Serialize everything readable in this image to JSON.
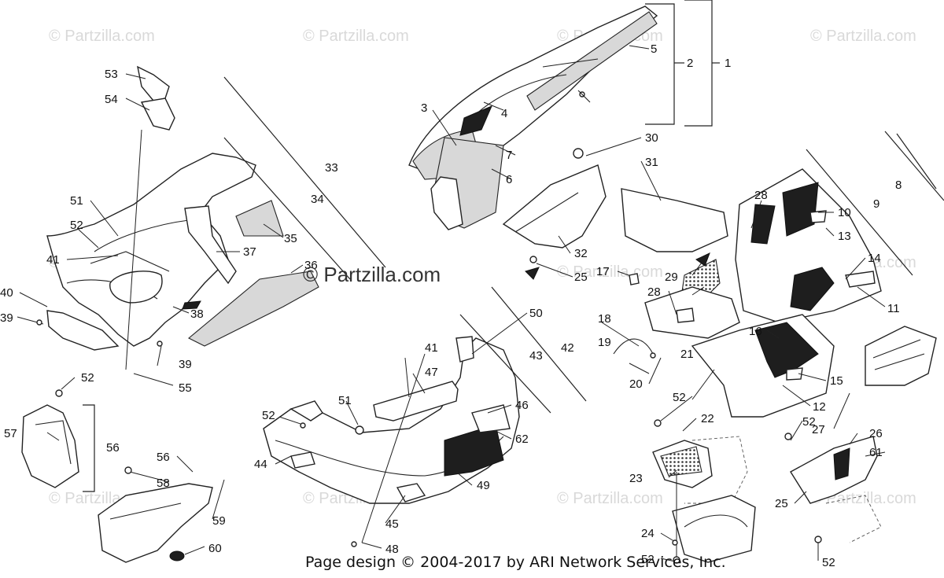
{
  "diagram": {
    "footer_text": "Page design © 2004-2017 by ARI Network Services, Inc.",
    "watermark_center": "© Partzilla.com",
    "watermark_faint": "© Partzilla.com",
    "callouts": {
      "c1": "1",
      "c2": "2",
      "c3": "3",
      "c4": "4",
      "c5": "5",
      "c6": "6",
      "c7": "7",
      "c8": "8",
      "c9": "9",
      "c10": "10",
      "c11": "11",
      "c12": "12",
      "c13": "13",
      "c14": "14",
      "c15": "15",
      "c16": "16",
      "c17": "17",
      "c18": "18",
      "c19": "19",
      "c20": "20",
      "c21": "21",
      "c22": "22",
      "c23": "23",
      "c24": "24",
      "c25a": "25",
      "c25b": "25",
      "c26": "26",
      "c27": "27",
      "c28a": "28",
      "c28b": "28",
      "c29": "29",
      "c30": "30",
      "c31": "31",
      "c32": "32",
      "c33": "33",
      "c34": "34",
      "c35": "35",
      "c36": "36",
      "c37": "37",
      "c38": "38",
      "c39a": "39",
      "c39b": "39",
      "c40": "40",
      "c41a": "41",
      "c41b": "41",
      "c42": "42",
      "c43": "43",
      "c44": "44",
      "c45": "45",
      "c46": "46",
      "c47": "47",
      "c48": "48",
      "c49": "49",
      "c50": "50",
      "c51a": "51",
      "c51b": "51",
      "c52a": "52",
      "c52b": "52",
      "c52c": "52",
      "c52d": "52",
      "c52e": "52",
      "c52f": "52",
      "c53": "53",
      "c54": "54",
      "c55": "55",
      "c56a": "56",
      "c56b": "56",
      "c57": "57",
      "c58": "58",
      "c59": "59",
      "c60": "60",
      "c61": "61",
      "c62": "62"
    }
  }
}
